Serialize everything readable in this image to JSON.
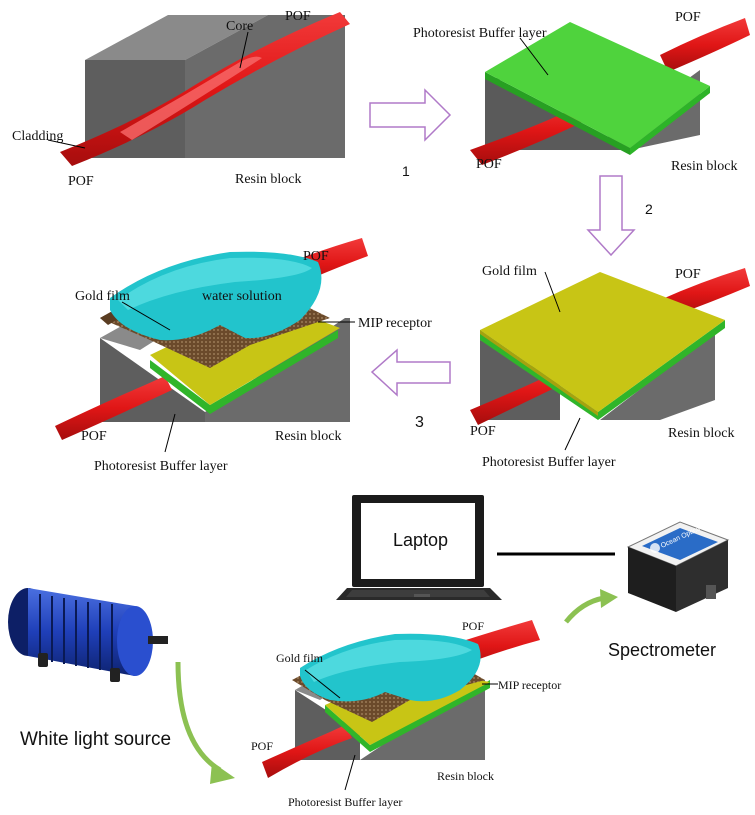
{
  "colors": {
    "fiber_red": "#e01616",
    "fiber_dark": "#b30f0f",
    "resin_grey": "#6b6b6b",
    "resin_grey_dark": "#4e4e4e",
    "resin_grey_light": "#8a8a8a",
    "buffer_green": "#33c52e",
    "gold_film": "#c8c515",
    "mip_brown": "#6b4a2b",
    "water_cyan": "#22c4cc",
    "arrow_purple": "#b07ac8",
    "arrow_green": "#8cc152",
    "laptop_black": "#1b1b1b"
  },
  "icons": [
    "hollow-right-arrow-icon",
    "hollow-down-arrow-icon",
    "hollow-left-arrow-icon",
    "curved-green-arrow-icon",
    "laptop-icon",
    "spectrometer-icon",
    "light-source-icon"
  ],
  "panel1": {
    "pof_top": "POF",
    "core": "Core",
    "cladding": "Cladding",
    "pof_bottom": "POF",
    "resin_block": "Resin block"
  },
  "panel2": {
    "buffer": "Photoresist Buffer layer",
    "pof_top": "POF",
    "pof_bottom": "POF",
    "resin_block": "Resin block"
  },
  "panel3": {
    "gold_film": "Gold film",
    "pof_top": "POF",
    "pof_bottom": "POF",
    "resin_block": "Resin block",
    "buffer": "Photoresist Buffer layer"
  },
  "panel4": {
    "pof_top": "POF",
    "gold_film": "Gold film",
    "water": "water solution",
    "mip": "MIP receptor",
    "pof_bottom": "POF",
    "resin_block": "Resin block",
    "buffer": "Photoresist Buffer layer"
  },
  "steps": {
    "s1": "1",
    "s2": "2",
    "s3": "3"
  },
  "setup": {
    "laptop": "Laptop",
    "spectrometer": "Spectrometer",
    "light_source": "White light source",
    "pof_top": "POF",
    "gold_film": "Gold film",
    "mip": "MIP receptor",
    "pof_bottom": "POF",
    "resin_block": "Resin block",
    "buffer": "Photoresist Buffer layer",
    "brand": "Ocean Optics"
  }
}
